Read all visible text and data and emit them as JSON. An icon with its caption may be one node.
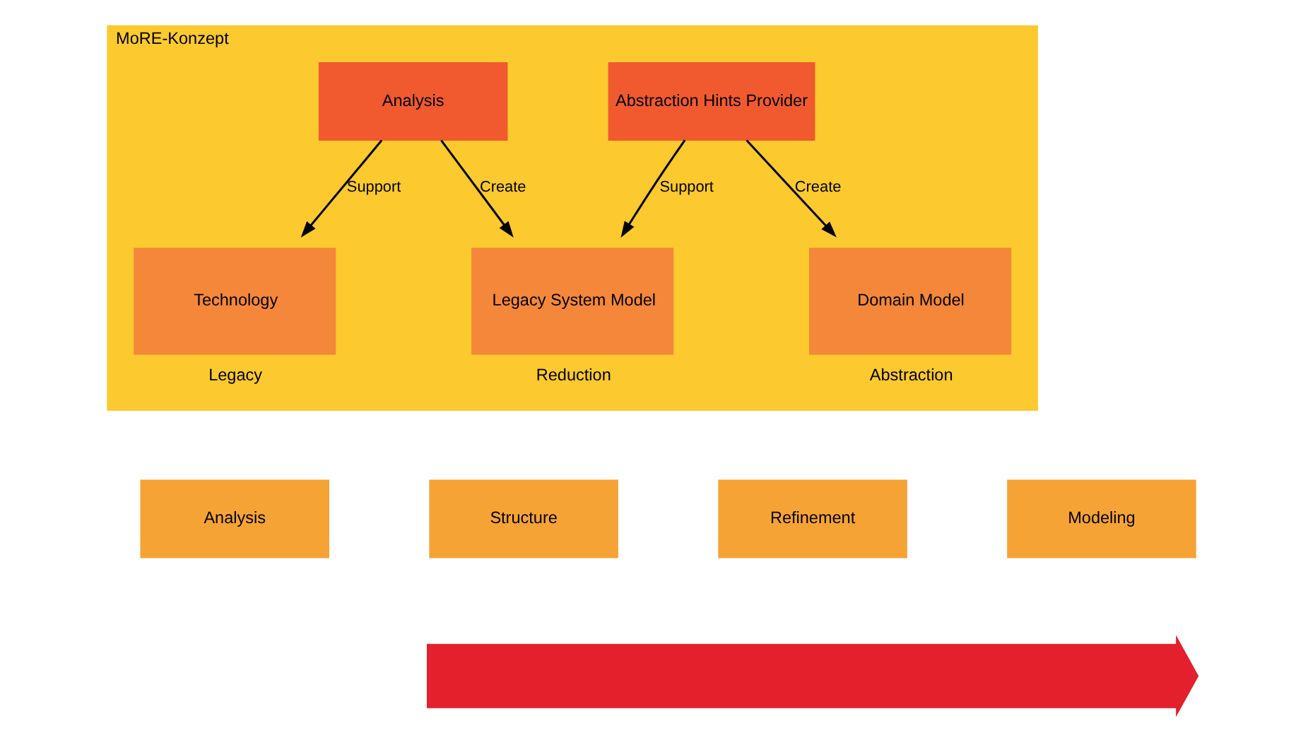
{
  "diagram": {
    "nodes": [
      {
        "text": [
          "MoRE-Konzept"
        ]
      },
      {
        "text": [
          "Analysis"
        ],
        "in": 0
      },
      {
        "text": [
          "Abstraction Hints Provider"
        ],
        "in": 0
      },
      {
        "text": [
          "Technology"
        ],
        "in": 0,
        "beside": [
          "Legacy"
        ]
      },
      {
        "text": [
          "Legacy System Model"
        ],
        "in": 0,
        "beside": [
          "Reduction"
        ]
      },
      {
        "text": [
          "Domain Model"
        ],
        "in": 0,
        "beside": [
          "Abstraction"
        ]
      },
      {
        "text": [],
        "shape": "arrow"
      },
      {
        "text": [
          "Analysis"
        ]
      },
      {
        "text": [
          "Structure"
        ]
      },
      {
        "text": [
          "Refinement"
        ]
      },
      {
        "text": [
          "Modeling"
        ]
      }
    ],
    "edges": [
      {
        "from": 1,
        "to": 3,
        "arrow": "to",
        "label": "Support"
      },
      {
        "from": 1,
        "to": 4,
        "arrow": "to",
        "label": "Create"
      },
      {
        "from": 2,
        "to": 4,
        "arrow": "to",
        "label": "Support"
      },
      {
        "from": 2,
        "to": 5,
        "arrow": "to",
        "label": "Create"
      }
    ]
  }
}
